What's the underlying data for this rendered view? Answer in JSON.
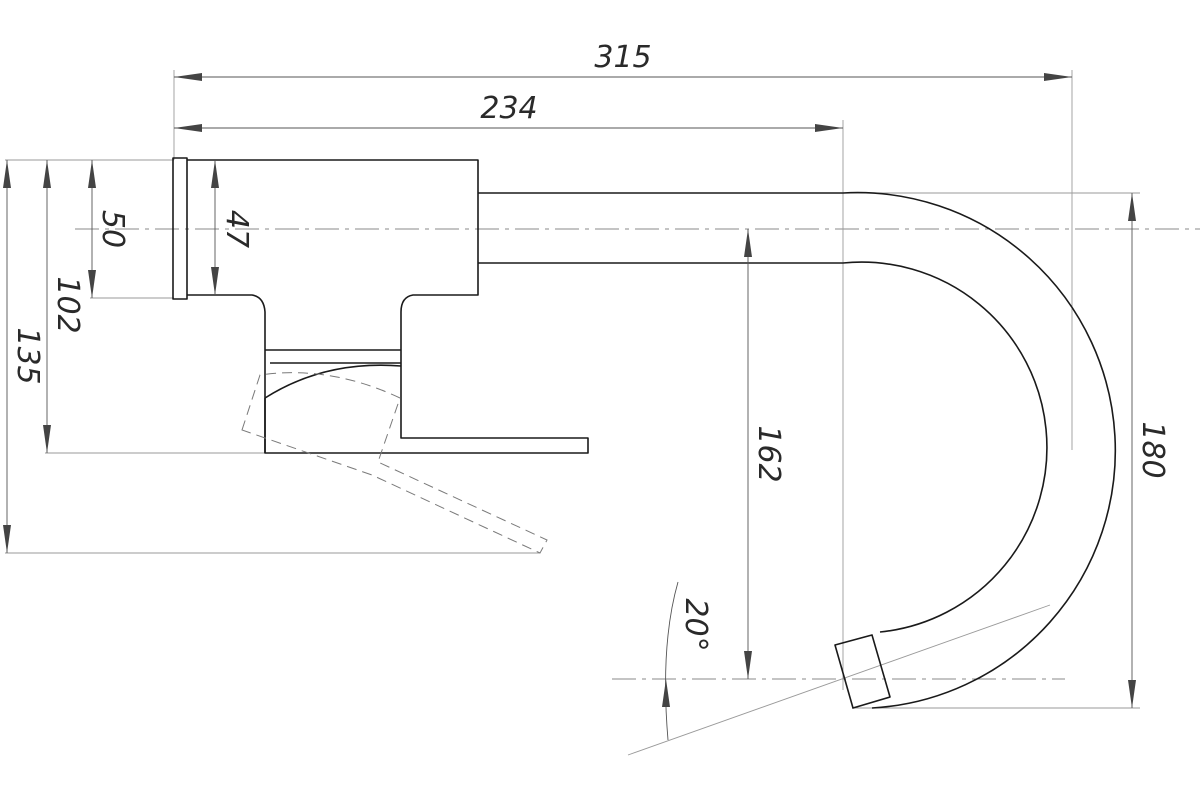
{
  "drawing": {
    "dimensions": {
      "overall_length": "315",
      "spout_reach": "234",
      "base_diameter": "50",
      "body_height": "47",
      "handle_height": "102",
      "lever_open_height": "135",
      "outlet_height": "162",
      "total_height": "180",
      "outlet_angle": "20°"
    }
  }
}
